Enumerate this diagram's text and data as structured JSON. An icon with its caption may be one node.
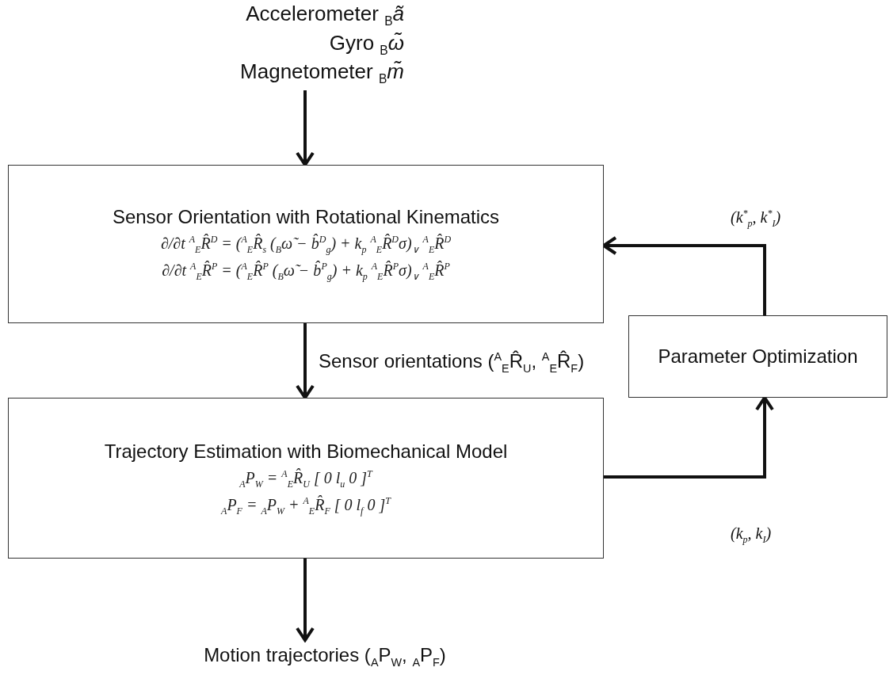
{
  "diagram": {
    "nodes": [
      {
        "text": [
          "Accelerometer $_{B}$*ã*",
          "Gyro $_{B}$*ω̃*",
          "Magnetometer $_{B}$*m̃*"
        ]
      },
      {
        "text": [
          "Sensor Orientation with Rotational Kinematics",
          "∂/∂t $^{A}$$_{E}$R̂$^{D}$ = ($^{A}$$_{E}$R̂$_{s}$ ($_{B}$ω̃ − b̂$^{D}$$_{g}$) + k$_{p}$ $^{A}$$_{E}$R̂$^{D}$σ)$_{∨}$ $^{A}$$_{E}$R̂$^{D}$",
          "∂/∂t $^{A}$$_{E}$R̂$^{P}$ = ($^{A}$$_{E}$R̂$^{P}$ ($_{B}$ω̃ − b̂$^{P}$$_{g}$) + k$_{p}$ $^{A}$$_{E}$R̂$^{P}$σ)$_{∨}$ $^{A}$$_{E}$R̂$^{P}$"
        ]
      },
      {
        "text": [
          "Trajectory Estimation with Biomechanical Model",
          "$_{A}$P$_{W}$ = $^{A}$$_{E}$R̂$_{U}$ [ 0 l$_{u}$ 0 ]$^{T}$",
          "$_{A}$P$_{F}$ = $_{A}$P$_{W}$ + $^{A}$$_{E}$R̂$_{F}$ [ 0 l$_{f}$ 0 ]$^{T}$"
        ]
      },
      {
        "text": [
          "Parameter Optimization"
        ]
      },
      {
        "text": [
          "Motion trajectories ($_{A}$P$_{W}$, $_{A}$P$_{F}$)"
        ]
      }
    ],
    "edges": [
      {
        "from": 0,
        "to": 1,
        "arrow": "to"
      },
      {
        "from": 1,
        "to": 2,
        "arrow": "to",
        "label": "Sensor orientations ($^{A}$$_{E}$R̂$_{U}$, $^{A}$$_{E}$R̂$_{F}$)"
      },
      {
        "from": 2,
        "to": 4,
        "arrow": "to"
      },
      {
        "from": 2,
        "to": 3,
        "arrow": "to",
        "label": "(k$_{p}$, k$_{I}$)"
      },
      {
        "from": 3,
        "to": 1,
        "arrow": "to",
        "label": "(k$^{*}$$_{p}$, k$^{*}$$_{I}$)"
      }
    ]
  }
}
